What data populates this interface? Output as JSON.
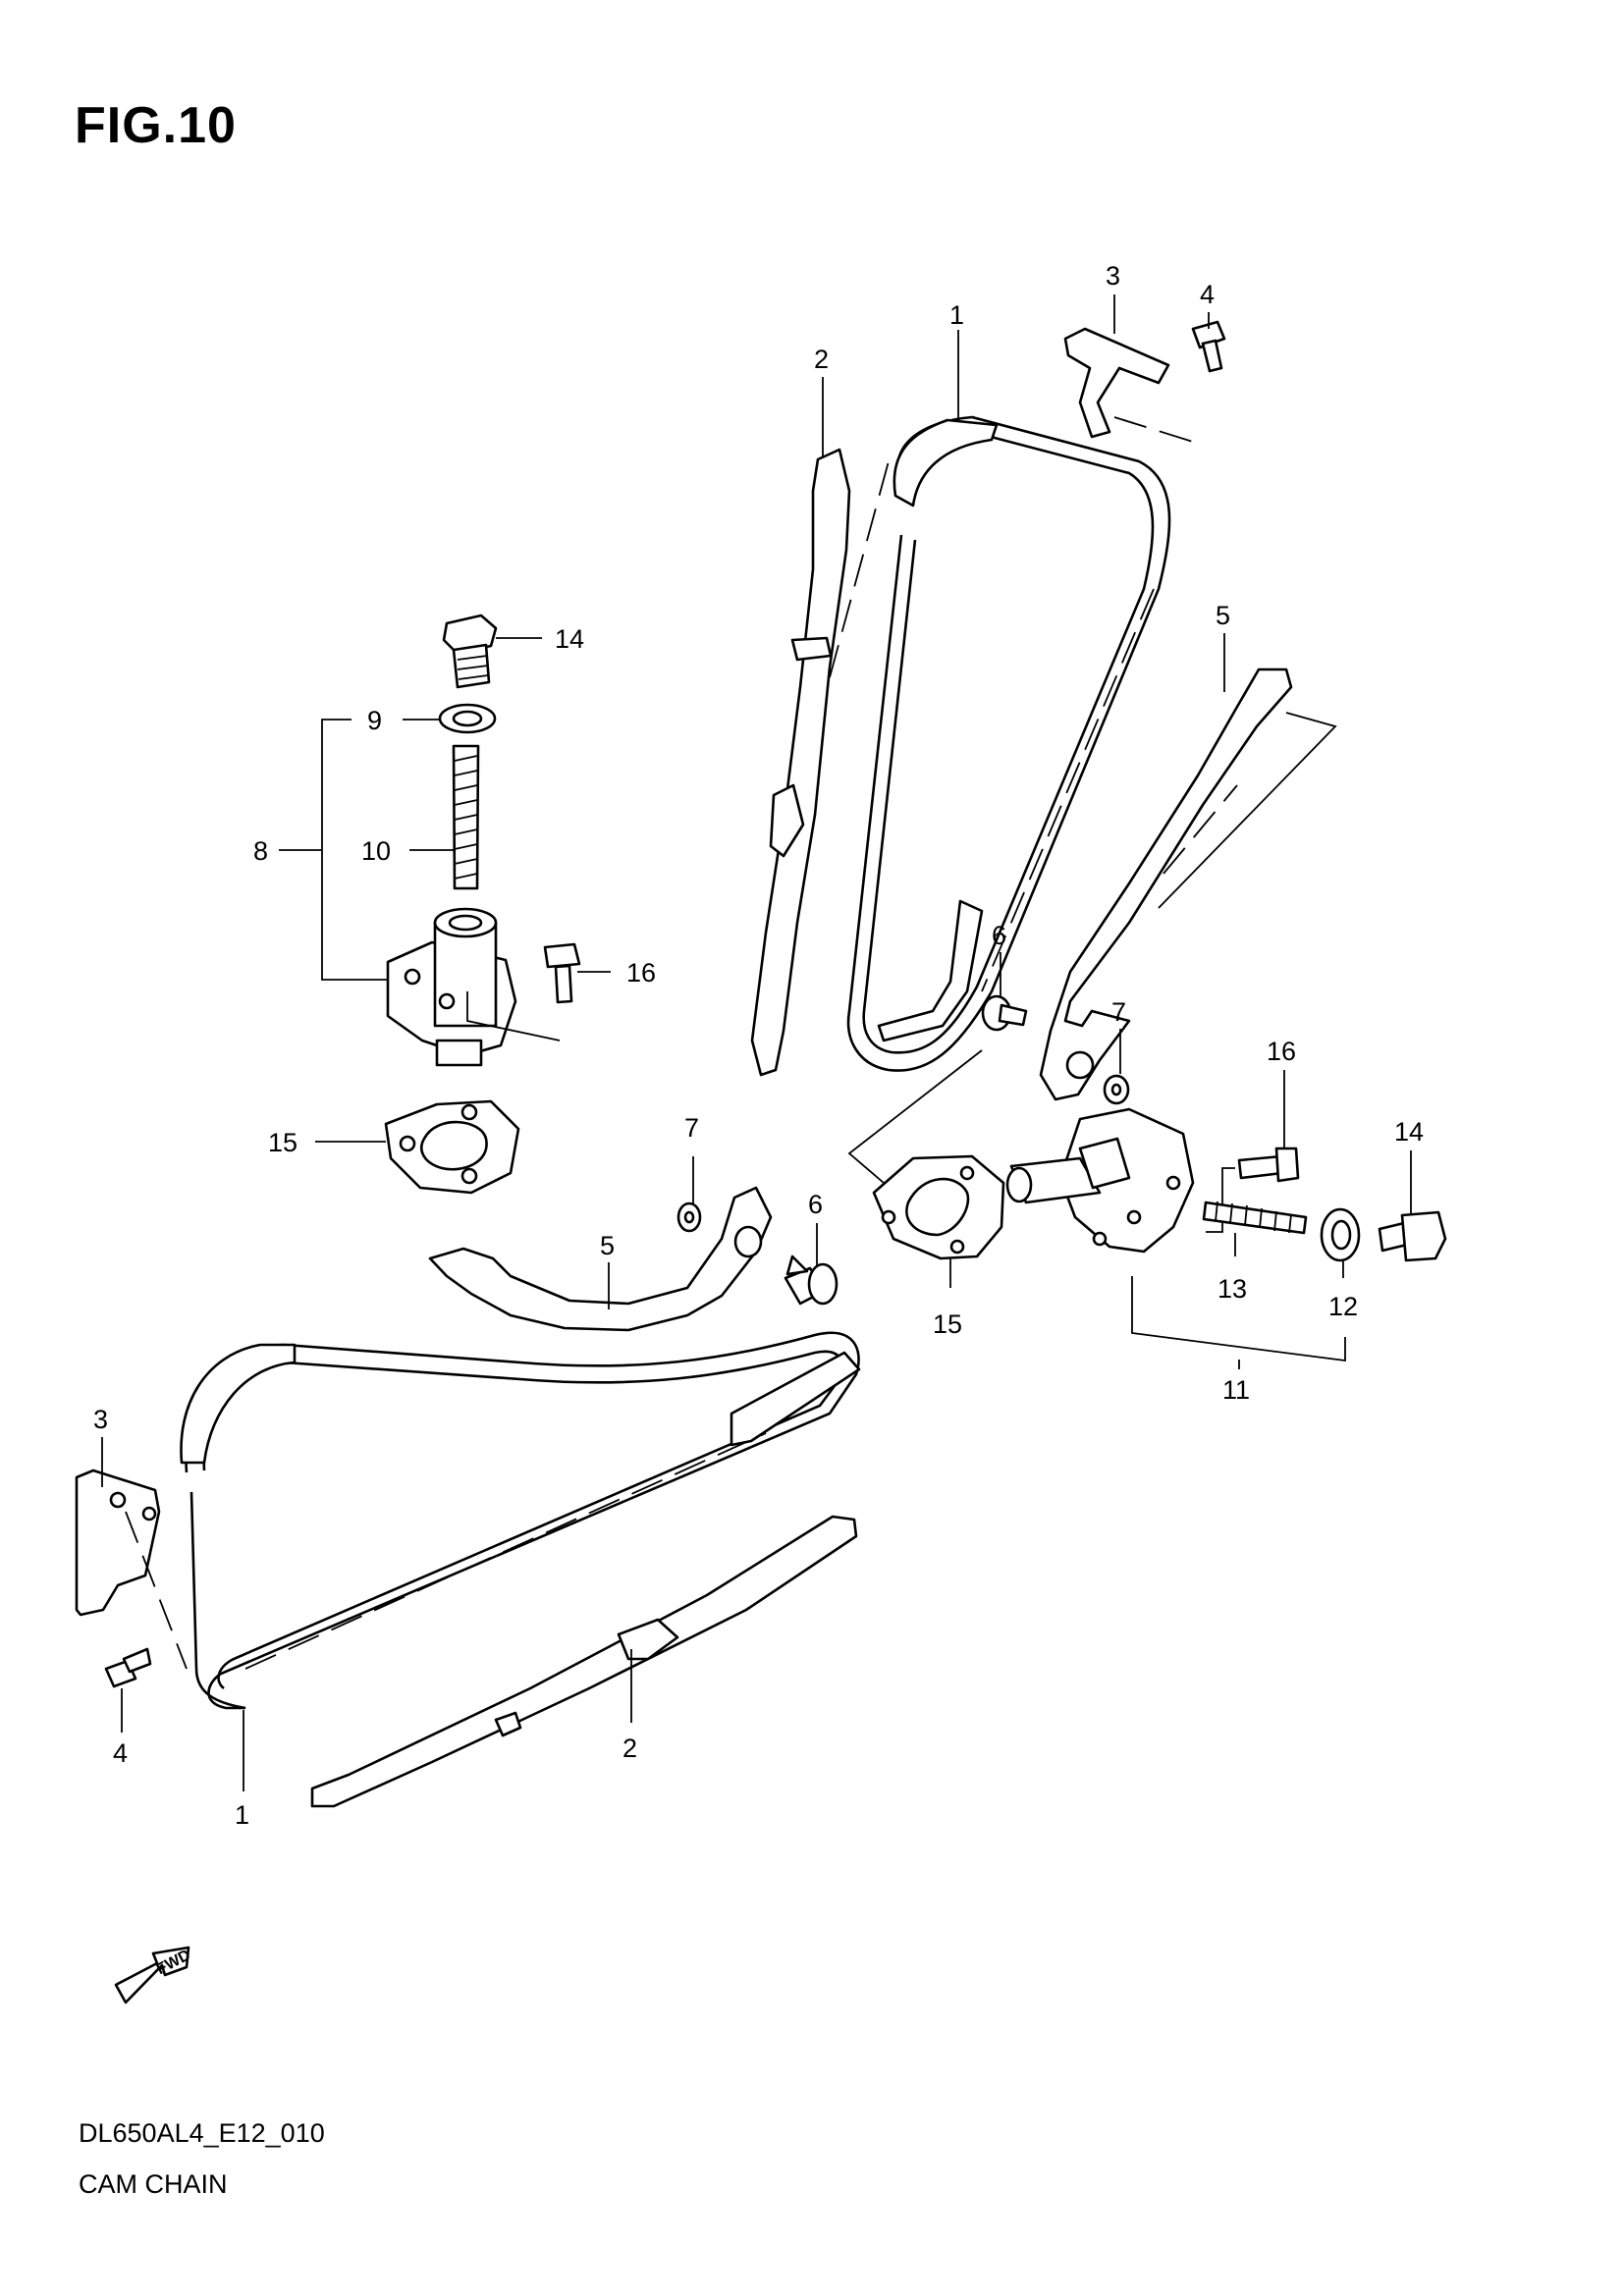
{
  "figure": {
    "title": "FIG.10",
    "code": "DL650AL4_E12_010",
    "name": "CAM CHAIN"
  },
  "callouts": {
    "c1_top": "1",
    "c2_top": "2",
    "c3_top": "3",
    "c4_top": "4",
    "c5_right": "5",
    "c6_right": "6",
    "c7_right": "7",
    "c16_right": "16",
    "c14_right": "14",
    "c15_right": "15",
    "c13": "13",
    "c12": "12",
    "c11": "11",
    "c14_left": "14",
    "c9": "9",
    "c8": "8",
    "c10": "10",
    "c16_left": "16",
    "c15_left": "15",
    "c7_mid": "7",
    "c6_mid": "6",
    "c5_mid": "5",
    "c3_left": "3",
    "c4_left": "4",
    "c1_bottom": "1",
    "c2_bottom": "2"
  },
  "fwd_label": "FWD"
}
